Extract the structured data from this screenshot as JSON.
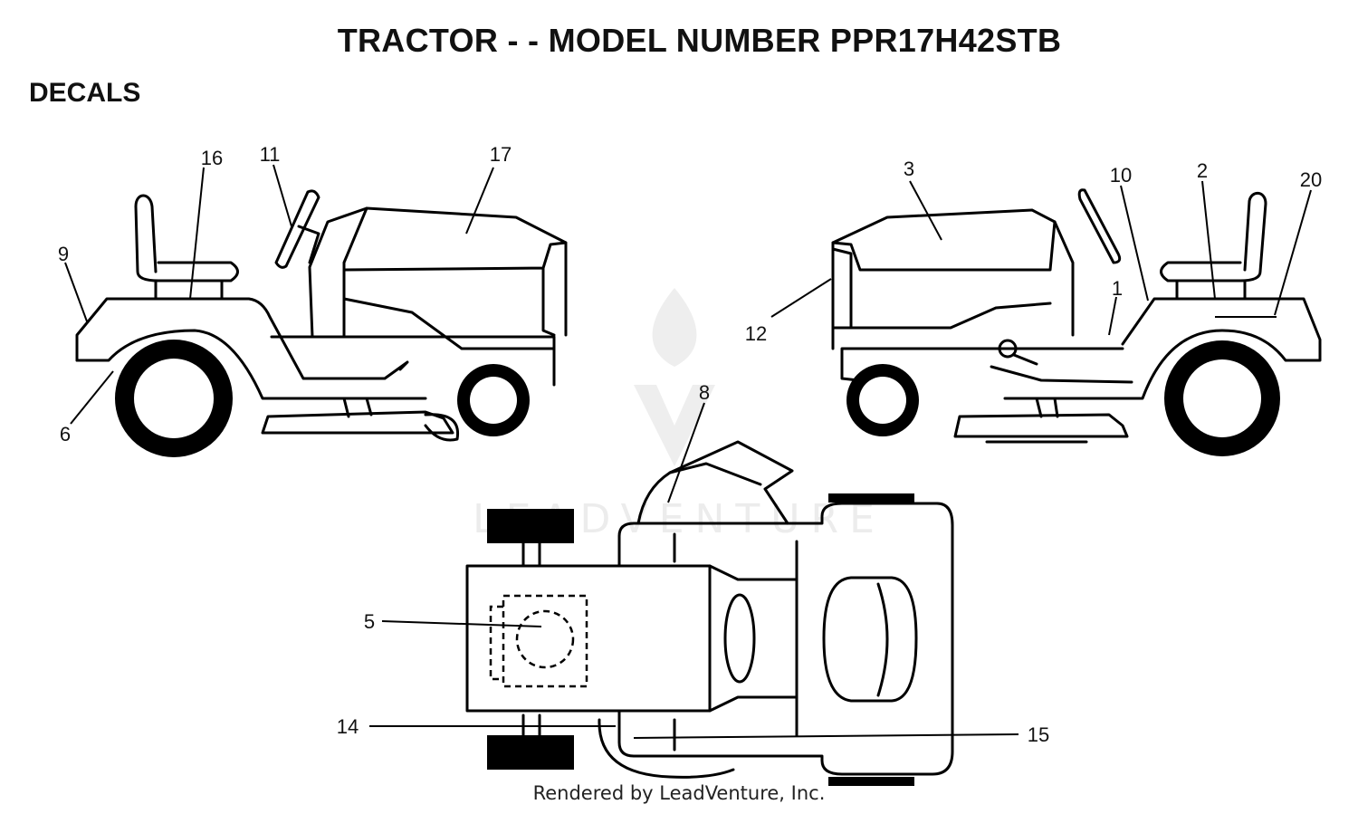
{
  "header": {
    "title": "TRACTOR - - MODEL NUMBER PPR17H42STB",
    "section": "DECALS"
  },
  "callouts": [
    "1",
    "2",
    "3",
    "5",
    "6",
    "8",
    "9",
    "10",
    "11",
    "12",
    "14",
    "15",
    "16",
    "17",
    "20"
  ],
  "watermark": {
    "text": "LEADVENTURE",
    "logo": "leadventure-flame-logo"
  },
  "footer": {
    "credit": "Rendered by LeadVenture, Inc."
  },
  "colors": {
    "line": "#000000",
    "background": "#ffffff",
    "watermark": "#ececec"
  }
}
